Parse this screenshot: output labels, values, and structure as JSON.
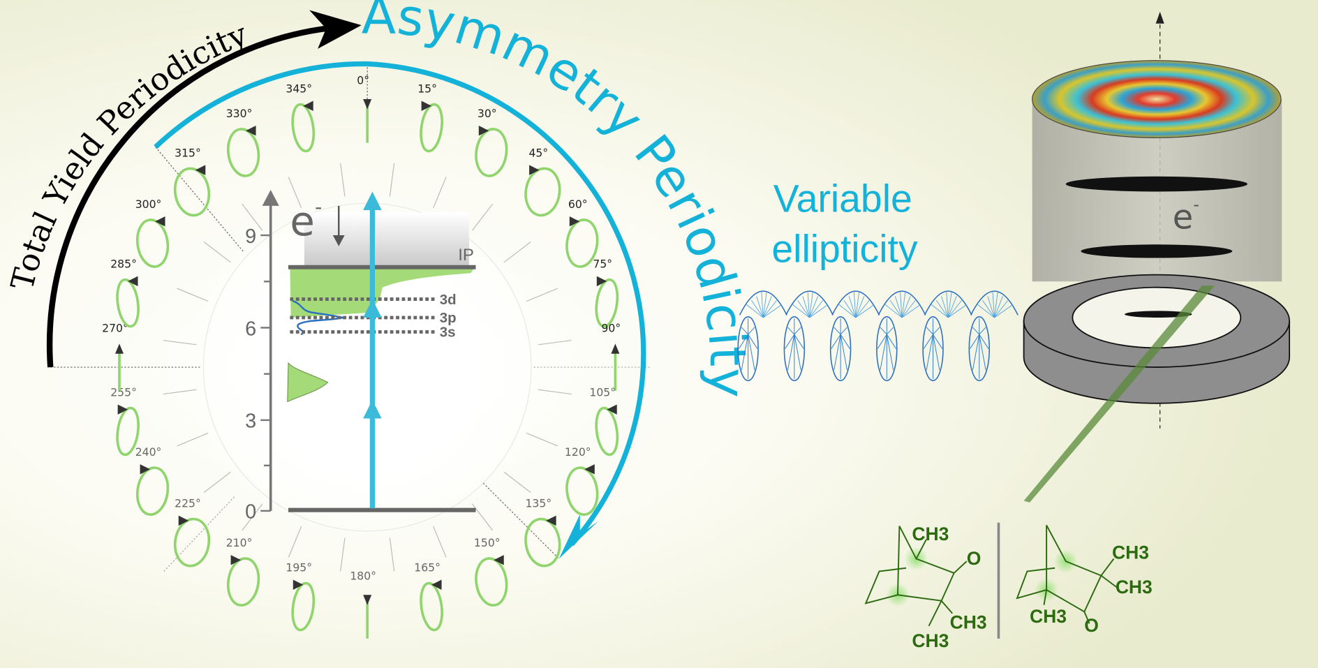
{
  "titles": {
    "total_yield": "Total Yield Periodicity",
    "asymmetry": "Asymmetry Periodicity",
    "variable_line1": "Variable",
    "variable_line2": "ellipticity"
  },
  "polar": {
    "angles": [
      0,
      15,
      30,
      45,
      60,
      75,
      90,
      105,
      120,
      135,
      150,
      165,
      180,
      195,
      210,
      225,
      240,
      255,
      270,
      285,
      300,
      315,
      330,
      345
    ],
    "angle_suffix": "°"
  },
  "energy_diagram": {
    "y_ticks": [
      "0",
      "3",
      "6",
      "9"
    ],
    "electron_label": "e",
    "electron_sup": "-",
    "ip_label": "IP",
    "levels": [
      "3d",
      "3p",
      "3s"
    ]
  },
  "detector": {
    "electron_label": "e",
    "electron_sup": "-"
  },
  "molecules": {
    "left": {
      "ch3_top": "CH3",
      "o": "O",
      "ch3_a": "CH3",
      "ch3_b": "CH3"
    },
    "right": {
      "ch3_a": "CH3",
      "ch3_b": "CH3",
      "ch3_c": "CH3",
      "o": "O"
    }
  },
  "colors": {
    "cyan": "#14b2d9",
    "green": "#8fd46c",
    "dark_green": "#2c6a10",
    "gray": "#6f6f6f"
  }
}
